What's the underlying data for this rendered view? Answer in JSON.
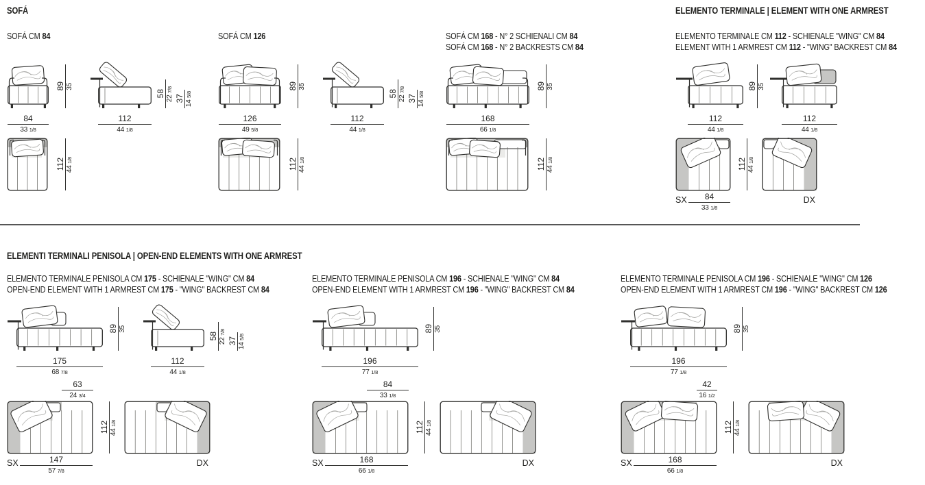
{
  "colors": {
    "ink": "#1d1d1b",
    "drawing_line": "#2f2f2d",
    "armrest_gray": "#c6c6c4",
    "seat_shade": "#ebebe9",
    "divider": "#565656"
  },
  "sections": {
    "sofa": {
      "title": "SOFÁ"
    },
    "terminale": {
      "title": "ELEMENTO TERMINALE | ELEMENT WITH ONE ARMREST"
    },
    "penisola": {
      "title": "ELEMENTI TERMINALI PENISOLA | OPEN-END ELEMENTS WITH ONE ARMREST"
    }
  },
  "labels": {
    "sx": "SX",
    "dx": "DX"
  },
  "variants": [
    {
      "id": "sofa-84",
      "lines": [
        "SOFÁ CM **84**"
      ],
      "front": {
        "w": {
          "cm": "84",
          "in": "33 1/8"
        },
        "h": {
          "cm": "89",
          "in": "35"
        }
      },
      "side": {
        "w": {
          "cm": "112",
          "in": "44 1/8"
        },
        "h1": {
          "cm": "58",
          "in": "22 7/8"
        },
        "h2": {
          "cm": "37",
          "in": "14 5/8"
        }
      },
      "plan": {
        "depth": {
          "cm": "112",
          "in": "44 1/8"
        }
      }
    },
    {
      "id": "sofa-126",
      "lines": [
        "SOFÁ CM **126**"
      ],
      "front": {
        "w": {
          "cm": "126",
          "in": "49 5/8"
        },
        "h": {
          "cm": "89",
          "in": "35"
        }
      },
      "side": {
        "w": {
          "cm": "112",
          "in": "44 1/8"
        },
        "h1": {
          "cm": "58",
          "in": "22 7/8"
        },
        "h2": {
          "cm": "37",
          "in": "14 5/8"
        }
      },
      "plan": {
        "depth": {
          "cm": "112",
          "in": "44 1/8"
        }
      }
    },
    {
      "id": "sofa-168",
      "lines": [
        "SOFÁ CM **168** - N° 2 SCHIENALI CM **84**",
        "SOFÁ CM **168** - N° 2 BACKRESTS CM **84**"
      ],
      "front": {
        "w": {
          "cm": "168",
          "in": "66 1/8"
        },
        "h": {
          "cm": "89",
          "in": "35"
        }
      },
      "plan": {
        "depth": {
          "cm": "112",
          "in": "44 1/8"
        }
      }
    },
    {
      "id": "terminale-112",
      "lines": [
        "ELEMENTO TERMINALE CM **112** - SCHIENALE \"WING\" CM **84**",
        "ELEMENT WITH 1 ARMREST CM **112** - \"WING\" BACKREST CM **84**"
      ],
      "front": {
        "w": {
          "cm": "112",
          "in": "44 1/8"
        },
        "h": {
          "cm": "89",
          "in": "35"
        }
      },
      "front2": {
        "w": {
          "cm": "112",
          "in": "44 1/8"
        }
      },
      "plan": {
        "seat": {
          "cm": "84",
          "in": "33 1/8"
        },
        "depth": {
          "cm": "112",
          "in": "44 1/8"
        }
      }
    },
    {
      "id": "penisola-175",
      "lines": [
        "ELEMENTO TERMINALE PENISOLA CM **175** - SCHIENALE \"WING\" CM **84**",
        "OPEN-END ELEMENT WITH 1 ARMREST CM **175** - \"WING\" BACKREST CM **84**"
      ],
      "front": {
        "w": {
          "cm": "175",
          "in": "68 7/8"
        },
        "h": {
          "cm": "89",
          "in": "35"
        }
      },
      "side": {
        "w": {
          "cm": "112",
          "in": "44 1/8"
        },
        "h1": {
          "cm": "58",
          "in": "22 7/8"
        },
        "h2": {
          "cm": "37",
          "in": "14 5/8"
        }
      },
      "plan": {
        "open": {
          "cm": "63",
          "in": "24 3/4"
        },
        "seat": {
          "cm": "147",
          "in": "57 7/8"
        },
        "depth": {
          "cm": "112",
          "in": "44 1/8"
        }
      }
    },
    {
      "id": "penisola-196-84",
      "lines": [
        "ELEMENTO TERMINALE PENISOLA CM **196** - SCHIENALE \"WING\" CM **84**",
        "OPEN-END ELEMENT WITH 1 ARMREST CM **196** - \"WING\" BACKREST CM **84**"
      ],
      "front": {
        "w": {
          "cm": "196",
          "in": "77 1/8"
        },
        "h": {
          "cm": "89",
          "in": "35"
        }
      },
      "plan": {
        "open": {
          "cm": "84",
          "in": "33 1/8"
        },
        "seat": {
          "cm": "168",
          "in": "66 1/8"
        },
        "depth": {
          "cm": "112",
          "in": "44 1/8"
        }
      }
    },
    {
      "id": "penisola-196-126",
      "lines": [
        "ELEMENTO TERMINALE PENISOLA CM **196** - SCHIENALE \"WING\" CM **126**",
        "OPEN-END ELEMENT WITH 1 ARMREST CM **196** - \"WING\" BACKREST CM **126**"
      ],
      "front": {
        "w": {
          "cm": "196",
          "in": "77 1/8"
        },
        "h": {
          "cm": "89",
          "in": "35"
        }
      },
      "plan": {
        "open": {
          "cm": "42",
          "in": "16 1/2"
        },
        "seat": {
          "cm": "168",
          "in": "66 1/8"
        },
        "depth": {
          "cm": "112",
          "in": "44 1/8"
        }
      }
    }
  ]
}
